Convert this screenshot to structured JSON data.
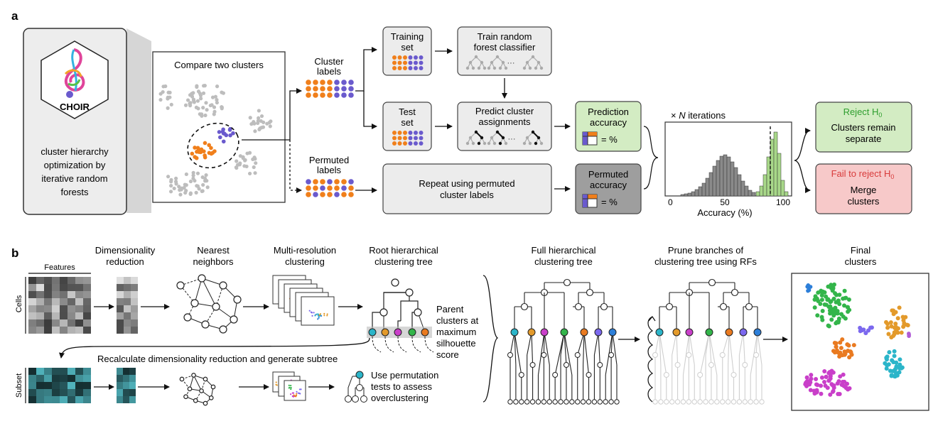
{
  "panel_a": {
    "label": "a",
    "logo_text": "CHOIR",
    "logo_caption": [
      "cluster hierarchy",
      "optimization by",
      "iterative random",
      "forests"
    ],
    "compare_title": "Compare two clusters",
    "cluster_labels": [
      "Cluster",
      "labels"
    ],
    "permuted_labels": [
      "Permuted",
      "labels"
    ],
    "training_set": [
      "Training",
      "set"
    ],
    "test_set": [
      "Test",
      "set"
    ],
    "train_rf": [
      "Train random",
      "forest classifier"
    ],
    "predict": [
      "Predict cluster",
      "assignments"
    ],
    "repeat": [
      "Repeat using permuted",
      "cluster labels"
    ],
    "prediction_accuracy": [
      "Prediction",
      "accuracy"
    ],
    "permuted_accuracy": [
      "Permuted",
      "accuracy"
    ],
    "eq_percent": "= %",
    "iterations_prefix": "× ",
    "iterations_n": "N",
    "iterations_suffix": " iterations",
    "hist_xlabel": "Accuracy (%)",
    "hist_ticks": [
      "0",
      "50",
      "100"
    ],
    "ellipsis": "···",
    "reject_title": "Reject H",
    "reject_sub": "0",
    "reject_text": [
      "Clusters remain",
      "separate"
    ],
    "fail_title": "Fail to reject H",
    "fail_sub": "0",
    "fail_text": [
      "Merge",
      "clusters"
    ],
    "colors": {
      "orange": "#f07f1b",
      "purple": "#6a5acd",
      "gray": "#bdbdbd",
      "green_box": "#d3ecc3",
      "red_box": "#f7c9c9",
      "gray_box": "#ececec",
      "dark_box": "#9e9e9e",
      "reject_text": "#2e9e2e",
      "fail_text": "#d83b3b"
    }
  },
  "panel_b": {
    "label": "b",
    "features": "Features",
    "cells": "Cells",
    "subset": "Subset",
    "dim_reduction": [
      "Dimensionality",
      "reduction"
    ],
    "nearest_neighbors": [
      "Nearest",
      "neighbors"
    ],
    "multires": [
      "Multi-resolution",
      "clustering"
    ],
    "root_tree": [
      "Root hierarchical",
      "clustering tree"
    ],
    "parent_clusters": [
      "Parent",
      "clusters at",
      "maximum",
      "silhouette",
      "score"
    ],
    "recalc": "Recalculate dimensionality reduction and generate subtree",
    "permutation_tests": [
      "Use permutation",
      "tests to assess",
      "overclustering"
    ],
    "full_tree": [
      "Full hierarchical",
      "clustering tree"
    ],
    "prune": [
      "Prune branches of",
      "clustering tree using RFs"
    ],
    "final": [
      "Final",
      "clusters"
    ],
    "cluster_colors": [
      "#2bb5c9",
      "#e39a2b",
      "#c93fc9",
      "#33b54a",
      "#e97a20",
      "#7b68ee",
      "#2d7fd9"
    ]
  }
}
